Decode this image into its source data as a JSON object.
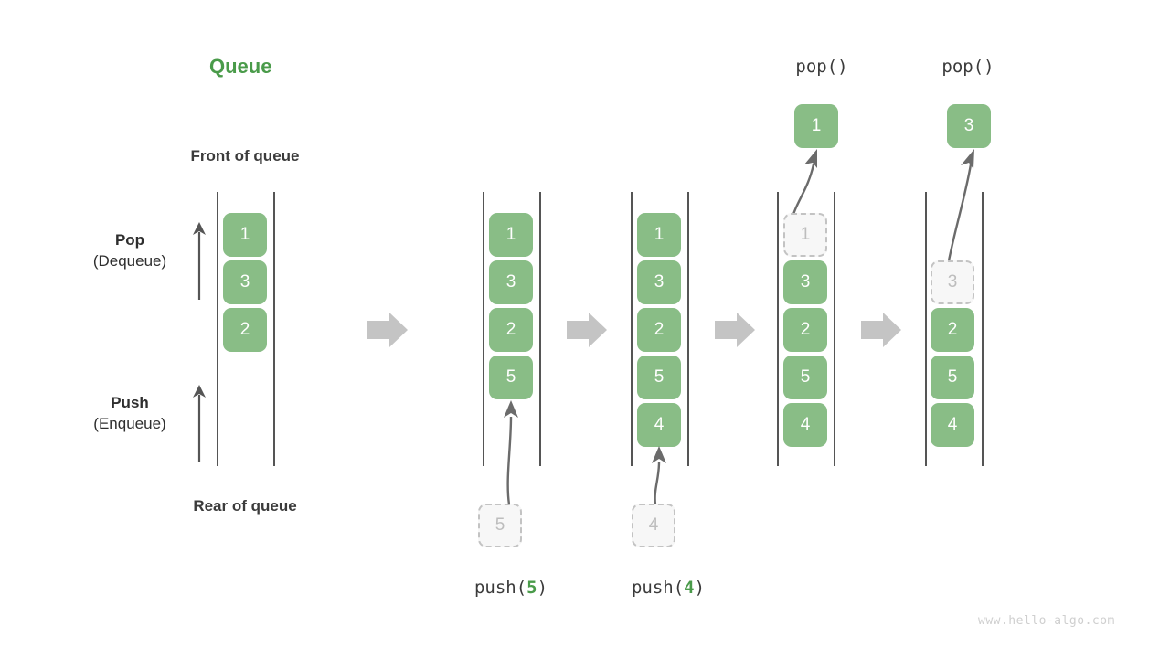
{
  "diagram": {
    "title": "Queue",
    "title_color": "#4a9b4a",
    "box_color": "#89bd86",
    "ghost_color": "#f7f7f7",
    "rail_color": "#555555",
    "arrow_color": "#c4c4c4",
    "watermark": "www.hello-algo.com",
    "labels": {
      "front": "Front of queue",
      "rear": "Rear of queue",
      "pop_big": "Pop",
      "pop_sub": "(Dequeue)",
      "push_big": "Push",
      "push_sub": "(Enqueue)"
    },
    "operations": {
      "push5_prefix": "push(",
      "push5_value": "5",
      "push5_suffix": ")",
      "push4_prefix": "push(",
      "push4_value": "4",
      "push4_suffix": ")",
      "pop1_label": "pop()",
      "pop2_label": "pop()"
    },
    "columns": [
      {
        "name": "initial-queue",
        "cells": [
          "1",
          "3",
          "2"
        ],
        "ghost_cells": [],
        "popped": null,
        "incoming": null
      },
      {
        "name": "after-push-5",
        "cells": [
          "1",
          "3",
          "2",
          "5"
        ],
        "ghost_cells": [],
        "popped": null,
        "incoming": "5"
      },
      {
        "name": "after-push-4",
        "cells": [
          "1",
          "3",
          "2",
          "5",
          "4"
        ],
        "ghost_cells": [],
        "popped": null,
        "incoming": "4"
      },
      {
        "name": "after-pop-1",
        "cells": [
          "3",
          "2",
          "5",
          "4"
        ],
        "ghost_cells": [
          "1"
        ],
        "popped": "1",
        "incoming": null
      },
      {
        "name": "after-pop-3",
        "cells": [
          "2",
          "5",
          "4"
        ],
        "ghost_cells": [
          "3"
        ],
        "popped": "3",
        "incoming": null
      }
    ]
  }
}
